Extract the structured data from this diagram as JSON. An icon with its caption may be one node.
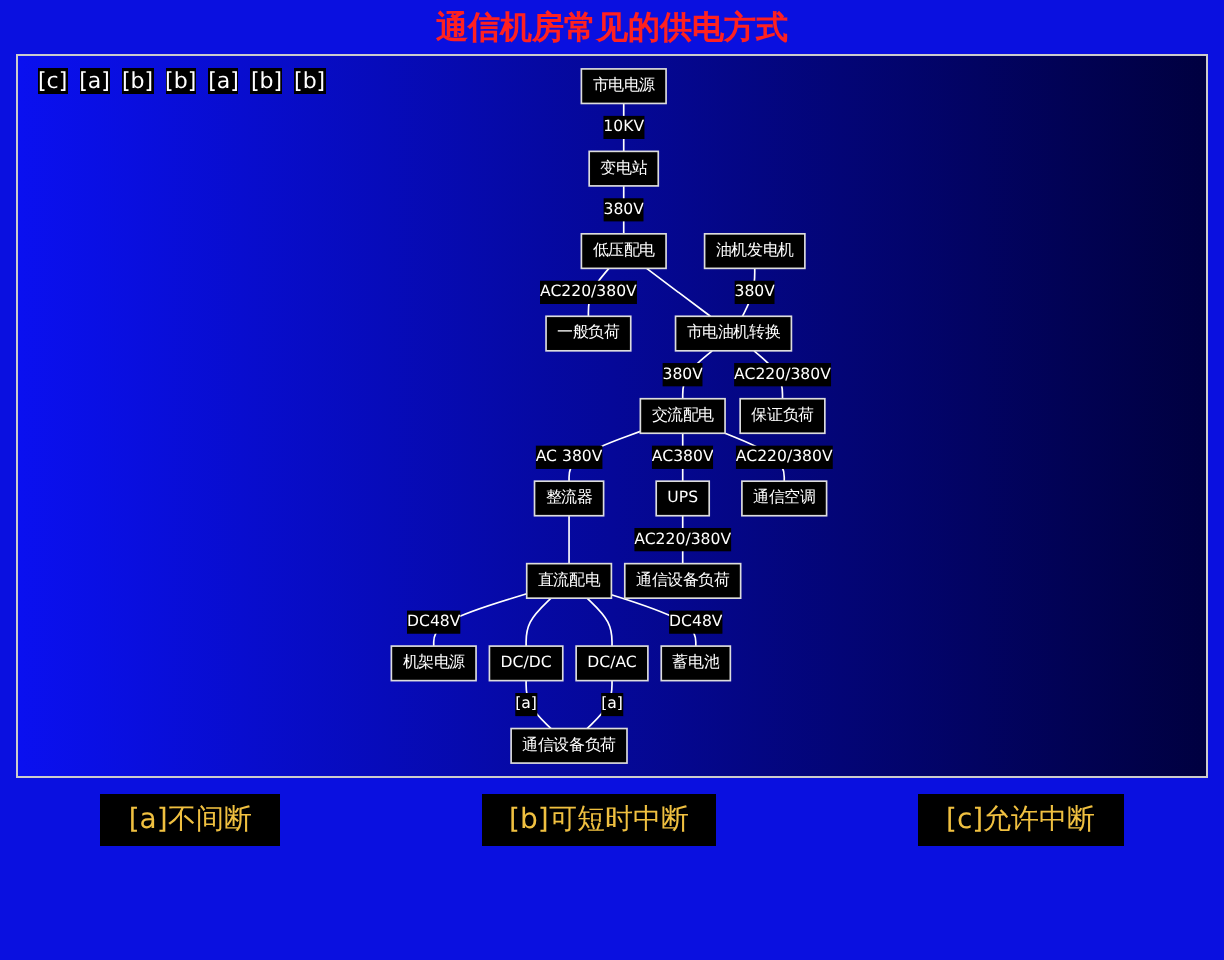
{
  "diagram": {
    "title": "通信机房常见的供电方式",
    "nodes": [
      {
        "text": [
          "市电电源"
        ]
      },
      {
        "text": [
          "变电站"
        ]
      },
      {
        "text": [
          "低压配电"
        ]
      },
      {
        "text": [
          "一般负荷"
        ]
      },
      {
        "text": [
          "市电油机转换"
        ]
      },
      {
        "text": [
          "油机发电机"
        ]
      },
      {
        "text": [
          "交流配电"
        ]
      },
      {
        "text": [
          "整流器"
        ]
      },
      {
        "text": [
          "直流配电"
        ]
      },
      {
        "text": [
          "机架电源"
        ]
      },
      {
        "text": [
          "DC/DC"
        ]
      },
      {
        "text": [
          "DC/AC"
        ]
      },
      {
        "text": [
          "通信设备负荷"
        ]
      },
      {
        "text": [
          "蓄电池"
        ]
      },
      {
        "text": [
          "UPS"
        ]
      },
      {
        "text": [
          "通信设备负荷"
        ]
      },
      {
        "text": [
          "通信空调"
        ]
      },
      {
        "text": [
          "保证负荷"
        ]
      }
    ],
    "edges": [
      {
        "from": 0,
        "to": 1,
        "arrow": "none",
        "label": "10KV"
      },
      {
        "from": 1,
        "to": 2,
        "arrow": "none",
        "label": "380V"
      },
      {
        "from": 2,
        "to": 3,
        "arrow": "none",
        "label": "AC220/380V"
      },
      {
        "from": 2,
        "to": 4,
        "arrow": "none"
      },
      {
        "from": 5,
        "to": 4,
        "arrow": "none",
        "label": "380V"
      },
      {
        "from": 4,
        "to": 6,
        "arrow": "none",
        "label": "380V"
      },
      {
        "from": 6,
        "to": 7,
        "arrow": "none",
        "label": "AC 380V"
      },
      {
        "from": 7,
        "to": 8,
        "arrow": "none"
      },
      {
        "from": 8,
        "to": 9,
        "arrow": "none",
        "label": "DC48V"
      },
      {
        "from": 8,
        "to": 10,
        "arrow": "none"
      },
      {
        "from": 8,
        "to": 11,
        "arrow": "none"
      },
      {
        "from": 10,
        "to": 12,
        "arrow": "none",
        "label": "[a]"
      },
      {
        "from": 11,
        "to": 12,
        "arrow": "none",
        "label": "[a]"
      },
      {
        "from": 8,
        "to": 13,
        "arrow": "none",
        "label": "DC48V"
      },
      {
        "from": 6,
        "to": 14,
        "arrow": "none",
        "label": "AC380V"
      },
      {
        "from": 14,
        "to": 15,
        "arrow": "none",
        "label": "AC220/380V"
      },
      {
        "from": 6,
        "to": 16,
        "arrow": "none",
        "label": "AC220/380V"
      },
      {
        "from": 4,
        "to": 17,
        "arrow": "none",
        "label": "AC220/380V"
      }
    ],
    "labels": [
      "[c]",
      "[a]",
      "[b]",
      "[b]",
      "[a]",
      "[b]",
      "[b]"
    ],
    "legend": [
      {
        "text": "[a]不间断"
      },
      {
        "text": "[b]可短时中断"
      },
      {
        "text": "[c]允许中断"
      }
    ]
  }
}
